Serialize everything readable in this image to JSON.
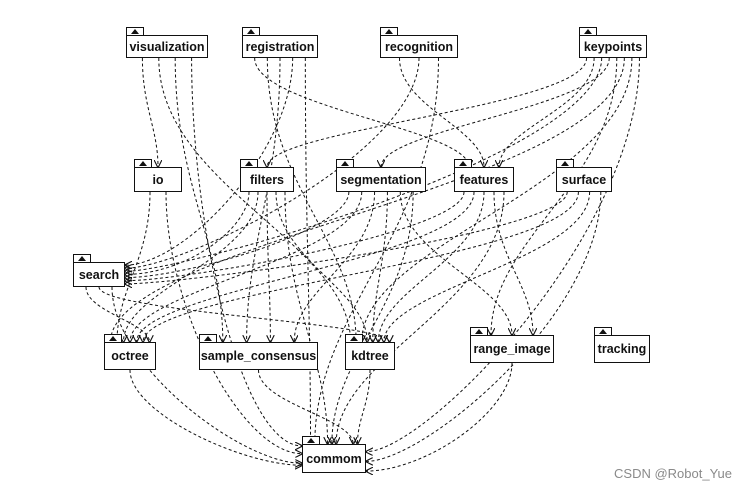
{
  "packages": [
    {
      "id": "visualization",
      "label": "visualization"
    },
    {
      "id": "registration",
      "label": "registration"
    },
    {
      "id": "recognition",
      "label": "recognition"
    },
    {
      "id": "keypoints",
      "label": "keypoints"
    },
    {
      "id": "io",
      "label": "io"
    },
    {
      "id": "filters",
      "label": "filters"
    },
    {
      "id": "segmentation",
      "label": "segmentation"
    },
    {
      "id": "features",
      "label": "features"
    },
    {
      "id": "surface",
      "label": "surface"
    },
    {
      "id": "search",
      "label": "search"
    },
    {
      "id": "octree",
      "label": "octree"
    },
    {
      "id": "sample_consensus",
      "label": "sample_consensus"
    },
    {
      "id": "kdtree",
      "label": "kdtree"
    },
    {
      "id": "range_image",
      "label": "range_image"
    },
    {
      "id": "tracking",
      "label": "tracking"
    },
    {
      "id": "commom",
      "label": "commom"
    }
  ],
  "dependencies": [
    [
      "visualization",
      "io"
    ],
    [
      "visualization",
      "kdtree"
    ],
    [
      "visualization",
      "sample_consensus"
    ],
    [
      "visualization",
      "commom"
    ],
    [
      "registration",
      "features"
    ],
    [
      "registration",
      "kdtree"
    ],
    [
      "registration",
      "sample_consensus"
    ],
    [
      "registration",
      "search"
    ],
    [
      "registration",
      "commom"
    ],
    [
      "recognition",
      "features"
    ],
    [
      "recognition",
      "search"
    ],
    [
      "recognition",
      "commom"
    ],
    [
      "keypoints",
      "filters"
    ],
    [
      "keypoints",
      "features"
    ],
    [
      "keypoints",
      "search"
    ],
    [
      "keypoints",
      "segmentation"
    ],
    [
      "keypoints",
      "range_image"
    ],
    [
      "keypoints",
      "octree"
    ],
    [
      "keypoints",
      "kdtree"
    ],
    [
      "keypoints",
      "commom"
    ],
    [
      "io",
      "octree"
    ],
    [
      "io",
      "commom"
    ],
    [
      "filters",
      "search"
    ],
    [
      "filters",
      "octree"
    ],
    [
      "filters",
      "sample_consensus"
    ],
    [
      "filters",
      "kdtree"
    ],
    [
      "filters",
      "commom"
    ],
    [
      "segmentation",
      "search"
    ],
    [
      "segmentation",
      "octree"
    ],
    [
      "segmentation",
      "sample_consensus"
    ],
    [
      "segmentation",
      "kdtree"
    ],
    [
      "segmentation",
      "range_image"
    ],
    [
      "segmentation",
      "commom"
    ],
    [
      "features",
      "search"
    ],
    [
      "features",
      "octree"
    ],
    [
      "features",
      "kdtree"
    ],
    [
      "features",
      "range_image"
    ],
    [
      "features",
      "commom"
    ],
    [
      "surface",
      "search"
    ],
    [
      "surface",
      "octree"
    ],
    [
      "surface",
      "kdtree"
    ],
    [
      "surface",
      "commom"
    ],
    [
      "search",
      "octree"
    ],
    [
      "search",
      "kdtree"
    ],
    [
      "search",
      "commom"
    ],
    [
      "octree",
      "commom"
    ],
    [
      "sample_consensus",
      "commom"
    ],
    [
      "kdtree",
      "commom"
    ],
    [
      "range_image",
      "commom"
    ]
  ],
  "watermark": "CSDN @Robot_Yue"
}
